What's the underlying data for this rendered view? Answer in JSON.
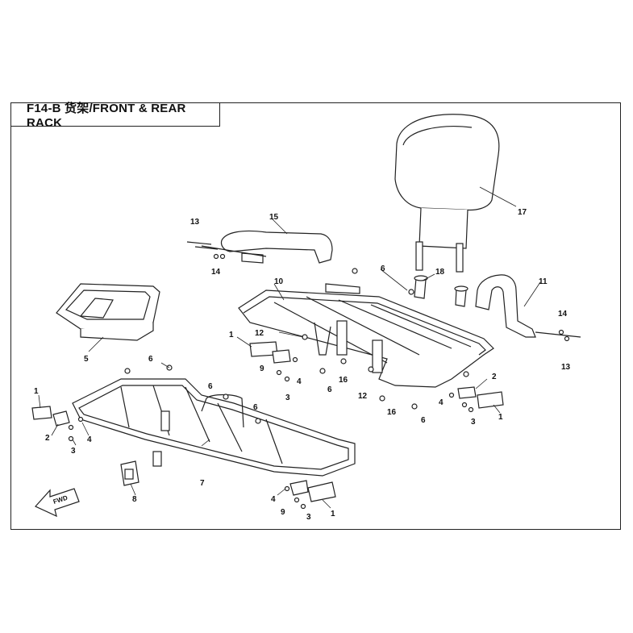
{
  "title": "F14-B 货架/FRONT & REAR RACK",
  "fwd_label": "FWD",
  "callouts": [
    {
      "id": "c1a",
      "text": "1"
    },
    {
      "id": "c2a",
      "text": "2"
    },
    {
      "id": "c3a",
      "text": "3"
    },
    {
      "id": "c4a",
      "text": "4"
    },
    {
      "id": "c5",
      "text": "5"
    },
    {
      "id": "c6a",
      "text": "6"
    },
    {
      "id": "c6b",
      "text": "6"
    },
    {
      "id": "c6c",
      "text": "6"
    },
    {
      "id": "c7",
      "text": "7"
    },
    {
      "id": "c8",
      "text": "8"
    },
    {
      "id": "c4b",
      "text": "4"
    },
    {
      "id": "c9a",
      "text": "9"
    },
    {
      "id": "c3b",
      "text": "3"
    },
    {
      "id": "c1b",
      "text": "1"
    },
    {
      "id": "c1c",
      "text": "1"
    },
    {
      "id": "c12a",
      "text": "12"
    },
    {
      "id": "c9b",
      "text": "9"
    },
    {
      "id": "c4c",
      "text": "4"
    },
    {
      "id": "c3c",
      "text": "3"
    },
    {
      "id": "c6d",
      "text": "6"
    },
    {
      "id": "c16a",
      "text": "16"
    },
    {
      "id": "c10",
      "text": "10"
    },
    {
      "id": "c6e",
      "text": "6"
    },
    {
      "id": "c18",
      "text": "18"
    },
    {
      "id": "c12b",
      "text": "12"
    },
    {
      "id": "c16b",
      "text": "16"
    },
    {
      "id": "c6f",
      "text": "6"
    },
    {
      "id": "c2b",
      "text": "2"
    },
    {
      "id": "c4d",
      "text": "4"
    },
    {
      "id": "c3d",
      "text": "3"
    },
    {
      "id": "c1d",
      "text": "1"
    },
    {
      "id": "c11",
      "text": "11"
    },
    {
      "id": "c14a",
      "text": "14"
    },
    {
      "id": "c13a",
      "text": "13"
    },
    {
      "id": "c13b",
      "text": "13"
    },
    {
      "id": "c14b",
      "text": "14"
    },
    {
      "id": "c15",
      "text": "15"
    },
    {
      "id": "c17",
      "text": "17"
    }
  ]
}
